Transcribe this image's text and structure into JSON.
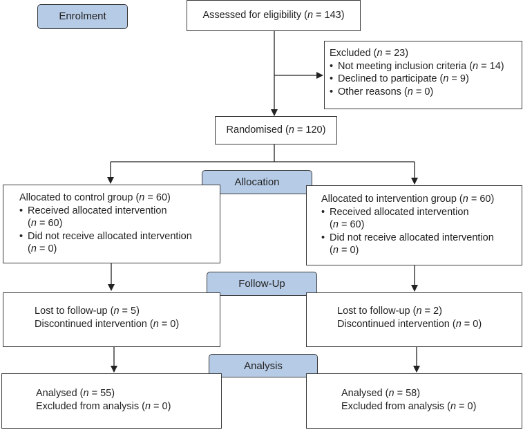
{
  "stages": {
    "enrolment": "Enrolment",
    "allocation": "Allocation",
    "follow_up": "Follow-Up",
    "analysis": "Analysis"
  },
  "assessed": {
    "pre": "Assessed for eligibility (",
    "n": "n",
    "post": " = 143)"
  },
  "excluded": {
    "title": {
      "pre": "Excluded (",
      "n": "n",
      "post": " = 23)"
    },
    "items": [
      {
        "pre": "Not meeting inclusion criteria (",
        "n": "n",
        "post": " = 14)"
      },
      {
        "pre": "Declined to participate (",
        "n": "n",
        "post": " = 9)"
      },
      {
        "pre": "Other reasons (",
        "n": "n",
        "post": " = 0)"
      }
    ]
  },
  "randomised": {
    "pre": "Randomised (",
    "n": "n",
    "post": " = 120)"
  },
  "control": {
    "allocated": {
      "pre": "Allocated to control group (",
      "n": "n",
      "post": " = 60)"
    },
    "received": "Received allocated intervention",
    "received_n": {
      "pre": "(",
      "n": "n",
      "post": " = 60)"
    },
    "not_received": "Did not receive allocated intervention",
    "not_received_n": {
      "pre": "(",
      "n": "n",
      "post": " = 0)"
    },
    "lost": {
      "pre": "Lost to follow-up (",
      "n": "n",
      "post": " = 5)"
    },
    "discontinued": {
      "pre": "Discontinued intervention (",
      "n": "n",
      "post": " = 0)"
    },
    "analysed": {
      "pre": "Analysed (",
      "n": "n",
      "post": " = 55)"
    },
    "excluded_analysis": {
      "pre": "Excluded from analysis (",
      "n": "n",
      "post": " = 0)"
    }
  },
  "intervention": {
    "allocated": {
      "pre": "Allocated to intervention group (",
      "n": "n",
      "post": " = 60)"
    },
    "received": "Received allocated intervention",
    "received_n": {
      "pre": "(",
      "n": "n",
      "post": " = 60)"
    },
    "not_received": "Did not receive allocated intervention",
    "not_received_n": {
      "pre": "(",
      "n": "n",
      "post": " = 0)"
    },
    "lost": {
      "pre": "Lost to follow-up (",
      "n": "n",
      "post": " = 2)"
    },
    "discontinued": {
      "pre": "Discontinued intervention (",
      "n": "n",
      "post": " = 0)"
    },
    "analysed": {
      "pre": "Analysed (",
      "n": "n",
      "post": " = 58)"
    },
    "excluded_analysis": {
      "pre": "Excluded from analysis (",
      "n": "n",
      "post": " = 0)"
    }
  },
  "colors": {
    "stage_fill": "#b6cbe6",
    "border": "#3a3a3a",
    "text": "#222222"
  }
}
